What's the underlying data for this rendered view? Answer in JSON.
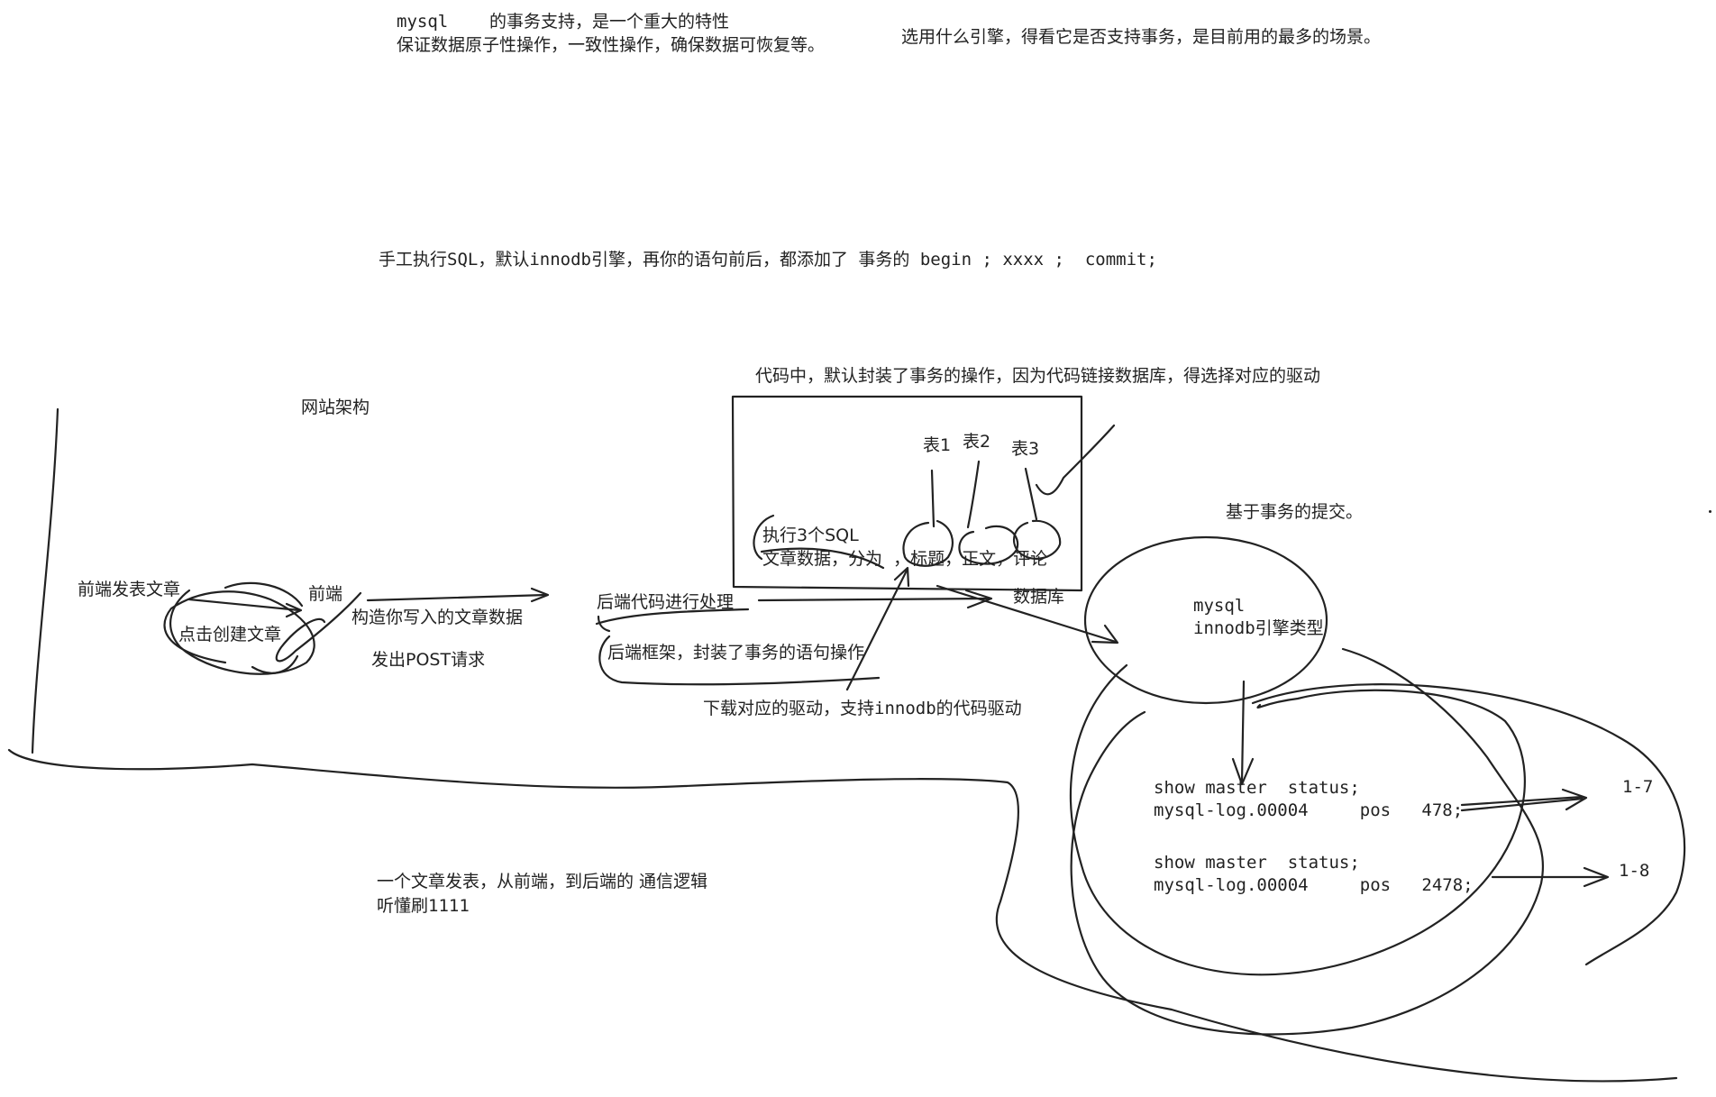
{
  "notes": {
    "mysql_tx_line1": "mysql    的事务支持，是一个重大的特性",
    "mysql_tx_line2": "保证数据原子性操作，一致性操作，确保数据可恢复等。",
    "engine_choice": "选用什么引擎，得看它是否支持事务，是目前用的最多的场景。",
    "manual_sql": "手工执行SQL，默认innodb引擎，再你的语句前后，都添加了 事务的 begin ; xxxx ;  commit;",
    "code_default_tx": "代码中，默认封装了事务的操作，因为代码链接数据库，得选择对应的驱动",
    "site_arch": "网站架构",
    "frontend_publish": "前端发表文章",
    "click_create": "点击创建文章",
    "frontend": "前端",
    "construct_data": "构造你写入的文章数据",
    "send_post": "发出POST请求",
    "backend_process": "后端代码进行处理",
    "backend_framework": "后端框架，封装了事务的语句操作",
    "download_driver": "下载对应的驱动，支持innodb的代码驱动",
    "table1": "表1",
    "table2": "表2",
    "table3": "表3",
    "exec_sql_line1": "执行3个SQL",
    "exec_sql_line2": "文章数据，分为  ，标题，正文，评论",
    "database": "数据库",
    "tx_commit": "基于事务的提交。",
    "mysql_engine_line1": "mysql",
    "mysql_engine_line2": "innodb引擎类型",
    "status1_line1": "show master  status;",
    "status1_line2": "mysql-log.00004     pos   478;",
    "status1_range": "1-7",
    "status2_line1": "show master  status;",
    "status2_line2": "mysql-log.00004     pos   2478;",
    "status2_range": "1-8",
    "summary_line1": "一个文章发表，从前端，到后端的 通信逻辑",
    "summary_line2": "听懂刷1111"
  },
  "colors": {
    "ink": "#222222",
    "background": "#ffffff"
  }
}
